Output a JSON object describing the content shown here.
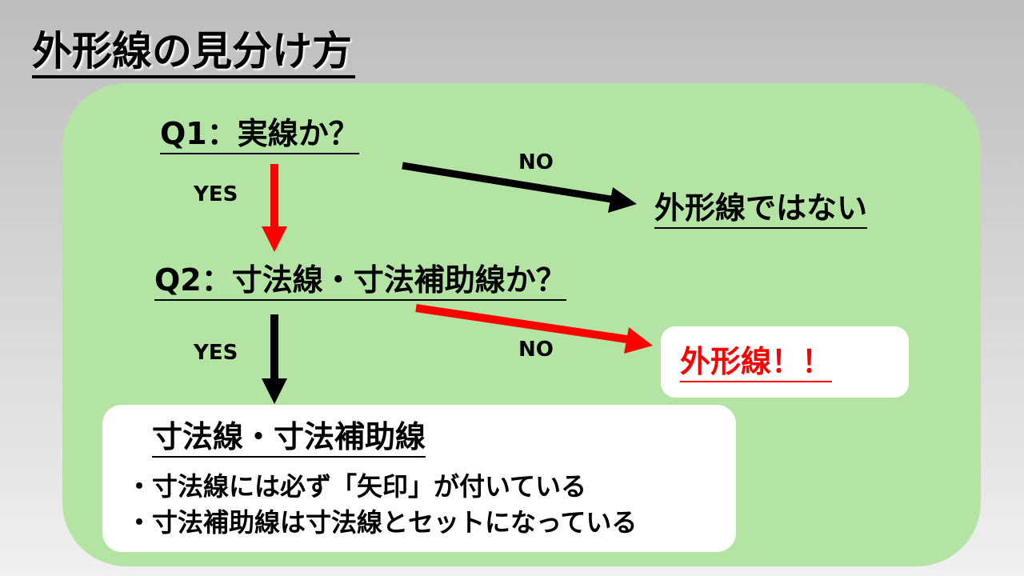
{
  "title": "外形線の見分け方",
  "q1": {
    "text": "Q1：実線か？",
    "yes_label": "YES",
    "no_label": "NO",
    "no_result": "外形線ではない"
  },
  "q2": {
    "text": "Q2：寸法線・寸法補助線か？",
    "yes_label": "YES",
    "no_label": "NO",
    "no_result": "外形線！！"
  },
  "yes_box": {
    "heading": "寸法線・寸法補助線",
    "bullets": [
      "・寸法線には必ず「矢印」が付いている",
      "・寸法補助線は寸法線とセットになっている"
    ]
  },
  "colors": {
    "panel": "#b4e4a4",
    "accent_red": "#ff0000",
    "arrow_black": "#000000"
  }
}
